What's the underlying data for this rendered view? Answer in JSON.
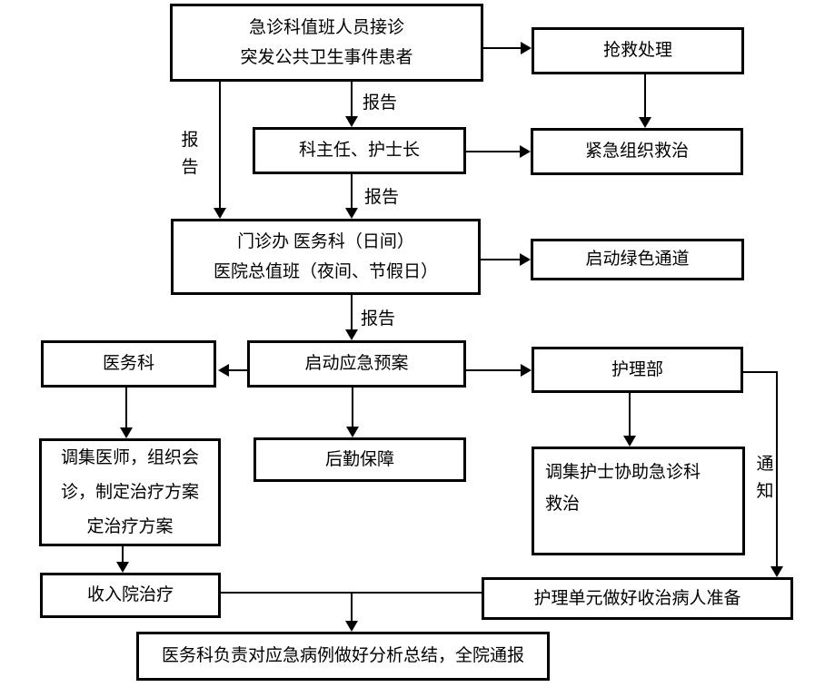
{
  "nodes": {
    "er_reception": {
      "lines": [
        "急诊科值班人员接诊",
        "突发公共卫生事件患者"
      ]
    },
    "rescue": {
      "text": "抢救处理"
    },
    "dept_head": {
      "text": "科主任、护士长"
    },
    "emergency_org": {
      "text": "紧急组织救治"
    },
    "outpatient": {
      "lines": [
        "门诊办 医务科（日间）",
        "医院总值班（夜间、节假日）"
      ]
    },
    "green_channel": {
      "text": "启动绿色通道"
    },
    "medical_dept": {
      "text": "医务科"
    },
    "emergency_plan": {
      "text": "启动应急预案"
    },
    "nursing_dept": {
      "text": "护理部"
    },
    "organize_doctors": {
      "lines": [
        "调集医师，组织会",
        "诊，制定治疗方案",
        "定治疗方案"
      ]
    },
    "logistics": {
      "text": "后勤保障"
    },
    "organize_nurses": {
      "lines": [
        "调集护士协助急诊科",
        "救治"
      ]
    },
    "admission": {
      "text": "收入院治疗"
    },
    "nursing_unit": {
      "text": "护理单元做好收治病人准备"
    },
    "summary": {
      "text": "医务科负责对应急病例做好分析总结，全院通报"
    }
  },
  "edge_labels": {
    "report_left_vertical": "报告",
    "report_to_dept_head": "报告",
    "report_to_outpatient": "报告",
    "report_to_plan": "报告",
    "notify_vertical": "通知"
  },
  "colors": {
    "line": "#000000",
    "background": "#ffffff",
    "text": "#000000"
  }
}
